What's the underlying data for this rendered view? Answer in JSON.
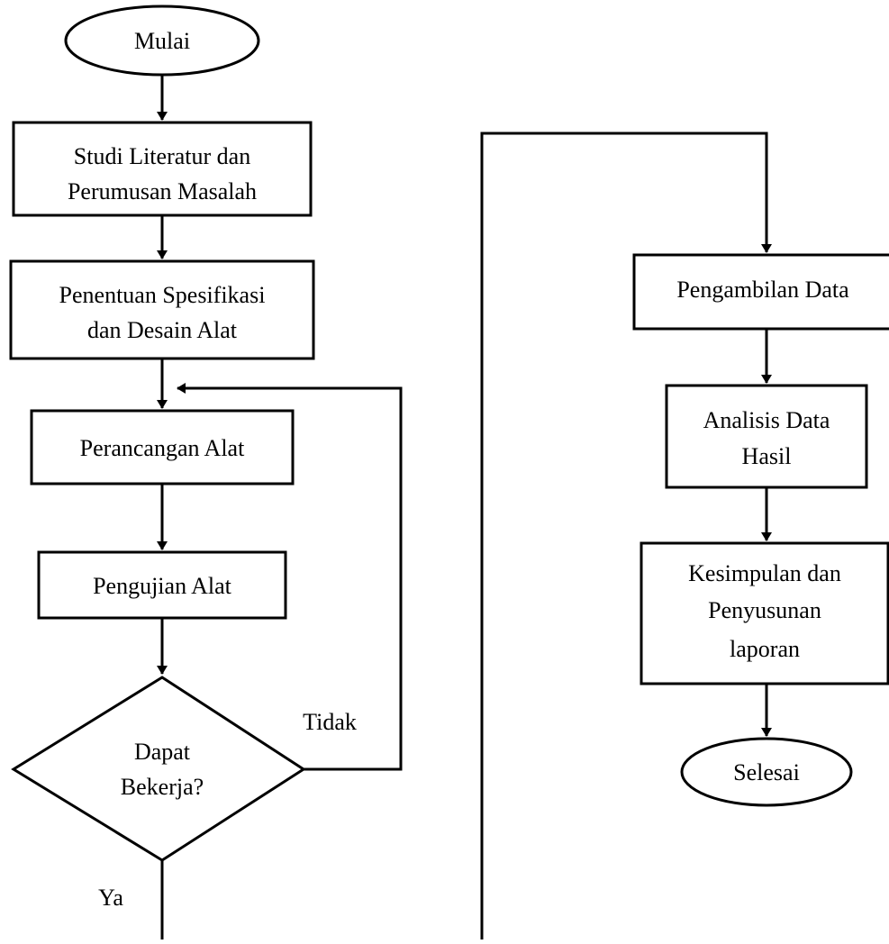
{
  "flowchart": {
    "nodes": {
      "start": {
        "shape": "terminal",
        "lines": [
          "Mulai"
        ]
      },
      "literature": {
        "shape": "process",
        "lines": [
          "Studi Literatur dan",
          "Perumusan Masalah"
        ]
      },
      "specification": {
        "shape": "process",
        "lines": [
          "Penentuan Spesifikasi",
          "dan Desain Alat"
        ]
      },
      "design": {
        "shape": "process",
        "lines": [
          "Perancangan Alat"
        ]
      },
      "testing": {
        "shape": "process",
        "lines": [
          "Pengujian Alat"
        ]
      },
      "decision": {
        "shape": "decision",
        "lines": [
          "Dapat",
          "Bekerja?"
        ]
      },
      "data_collection": {
        "shape": "process",
        "lines": [
          "Pengambilan Data"
        ]
      },
      "analysis": {
        "shape": "process",
        "lines": [
          "Analisis Data",
          "Hasil"
        ]
      },
      "conclusion": {
        "shape": "process",
        "lines": [
          "Kesimpulan dan",
          "Penyusunan",
          "laporan"
        ]
      },
      "end": {
        "shape": "terminal",
        "lines": [
          "Selesai"
        ]
      }
    },
    "edge_labels": {
      "no": "Tidak",
      "yes": "Ya"
    }
  }
}
